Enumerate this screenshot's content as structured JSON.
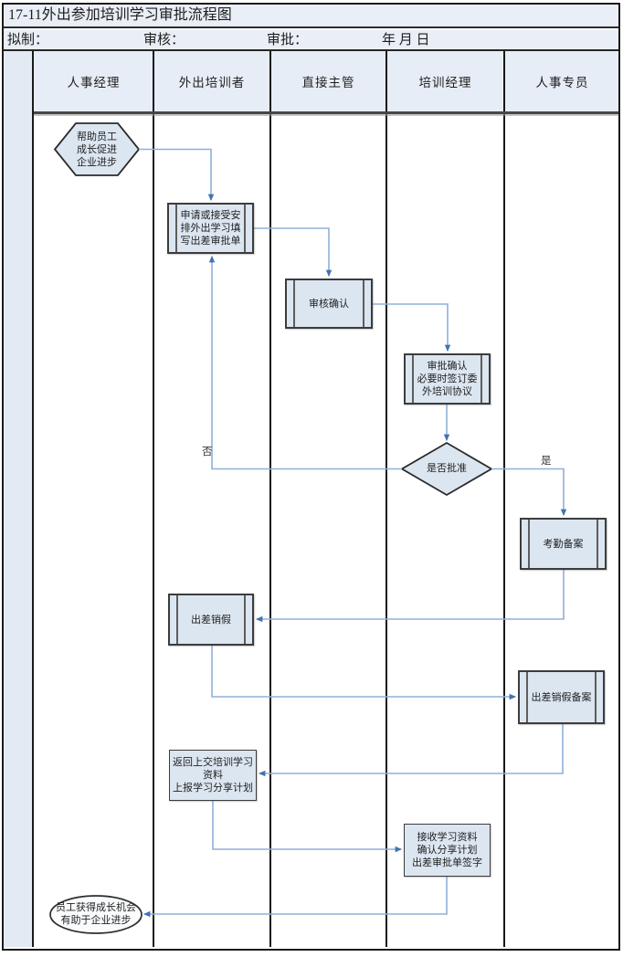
{
  "header": {
    "title": "17-11外出参加培训学习审批流程图",
    "meta": {
      "draft": "拟制：",
      "review": "审核：",
      "approve": "审批：",
      "date": "年 月 日"
    }
  },
  "lanes": [
    {
      "label": "人事经理"
    },
    {
      "label": "外出培训者"
    },
    {
      "label": "直接主管"
    },
    {
      "label": "培训经理"
    },
    {
      "label": "人事专员"
    }
  ],
  "nodes": [
    {
      "id": "start",
      "type": "hexagon",
      "lane": "人事经理",
      "label": "帮助员工\n成长促进\n企业进步"
    },
    {
      "id": "apply",
      "type": "predefined-process",
      "lane": "外出培训者",
      "label": "申请或接受安\n排外出学习填\n写出差审批单"
    },
    {
      "id": "review-confirm",
      "type": "predefined-process",
      "lane": "直接主管",
      "label": "审核确认"
    },
    {
      "id": "approve-confirm",
      "type": "predefined-process",
      "lane": "培训经理",
      "label": "审批确认\n必要时签订委\n外培训协议"
    },
    {
      "id": "decision-approved",
      "type": "decision",
      "lane": "培训经理",
      "label": "是否批准"
    },
    {
      "id": "attendance-filing",
      "type": "predefined-process",
      "lane": "人事专员",
      "label": "考勤备案"
    },
    {
      "id": "trip-cancel-leave",
      "type": "predefined-process",
      "lane": "外出培训者",
      "label": "出差销假"
    },
    {
      "id": "trip-cancel-filing",
      "type": "predefined-process",
      "lane": "人事专员",
      "label": "出差销假备案"
    },
    {
      "id": "return-materials",
      "type": "process",
      "lane": "外出培训者",
      "label": "返回上交培训学习\n资料\n上报学习分享计划"
    },
    {
      "id": "receive-materials",
      "type": "process",
      "lane": "培训经理",
      "label": "接收学习资料\n确认分享计划\n出差审批单签字"
    },
    {
      "id": "end",
      "type": "terminator",
      "lane": "人事经理",
      "label": "员工获得成长机会\n有助于企业进步"
    }
  ],
  "edge_labels": {
    "yes": "是",
    "no": "否"
  },
  "colors": {
    "band_fill": "#e9eef7",
    "shape_fill": "#dce6f1",
    "terminator_fill": "#fafbfd",
    "connector_line": "#8fb0d8",
    "arrowhead": "#4273b0",
    "border": "#1b1b1b"
  }
}
